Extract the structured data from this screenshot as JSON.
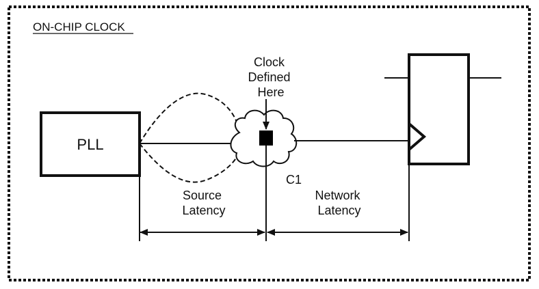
{
  "title": "ON-CHIP CLOCK",
  "pll_label": "PLL",
  "clock_definition_label": [
    "Clock",
    "Defined",
    "Here"
  ],
  "clock_net_label": "C1",
  "source_latency_label": [
    "Source",
    "Latency"
  ],
  "network_latency_label": [
    "Network",
    "Latency"
  ]
}
